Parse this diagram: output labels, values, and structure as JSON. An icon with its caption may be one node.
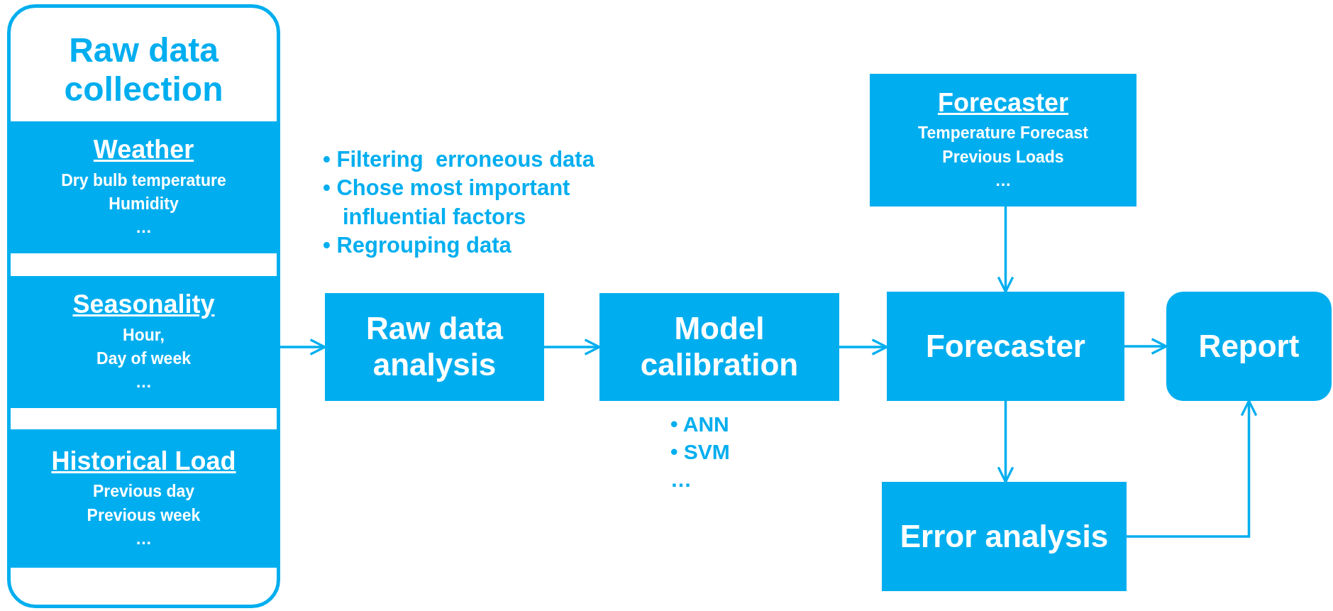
{
  "diagram": {
    "nodes": [
      {
        "text": [
          "Raw data collection"
        ]
      },
      {
        "text": [
          "Weather",
          "Dry bulb temperature",
          "Humidity",
          "…"
        ],
        "in": 0
      },
      {
        "text": [
          "Seasonality",
          "Hour,",
          "Day of week",
          "…"
        ],
        "in": 0
      },
      {
        "text": [
          "Historical Load",
          "Previous day",
          "Previous week",
          "…"
        ],
        "in": 0
      },
      {
        "text": [
          "Raw data analysis"
        ],
        "beside": [
          "• Filtering  erroneous data",
          "• Chose most important influential factors",
          "• Regrouping data"
        ]
      },
      {
        "text": [
          "Model calibration"
        ],
        "beside": [
          "• ANN",
          "• SVM",
          "…"
        ]
      },
      {
        "text": [
          "Forecaster",
          "Temperature Forecast",
          "Previous Loads",
          "…"
        ]
      },
      {
        "text": [
          "Forecaster"
        ]
      },
      {
        "text": [
          "Report"
        ]
      },
      {
        "text": [
          "Error analysis"
        ]
      }
    ],
    "edges": [
      {
        "from": 0,
        "to": 4,
        "arrow": "to"
      },
      {
        "from": 4,
        "to": 5,
        "arrow": "to"
      },
      {
        "from": 5,
        "to": 7,
        "arrow": "to"
      },
      {
        "from": 6,
        "to": 7,
        "arrow": "to"
      },
      {
        "from": 7,
        "to": 8,
        "arrow": "to"
      },
      {
        "from": 7,
        "to": 9,
        "arrow": "to"
      },
      {
        "from": 9,
        "to": 8,
        "arrow": "to"
      }
    ]
  }
}
